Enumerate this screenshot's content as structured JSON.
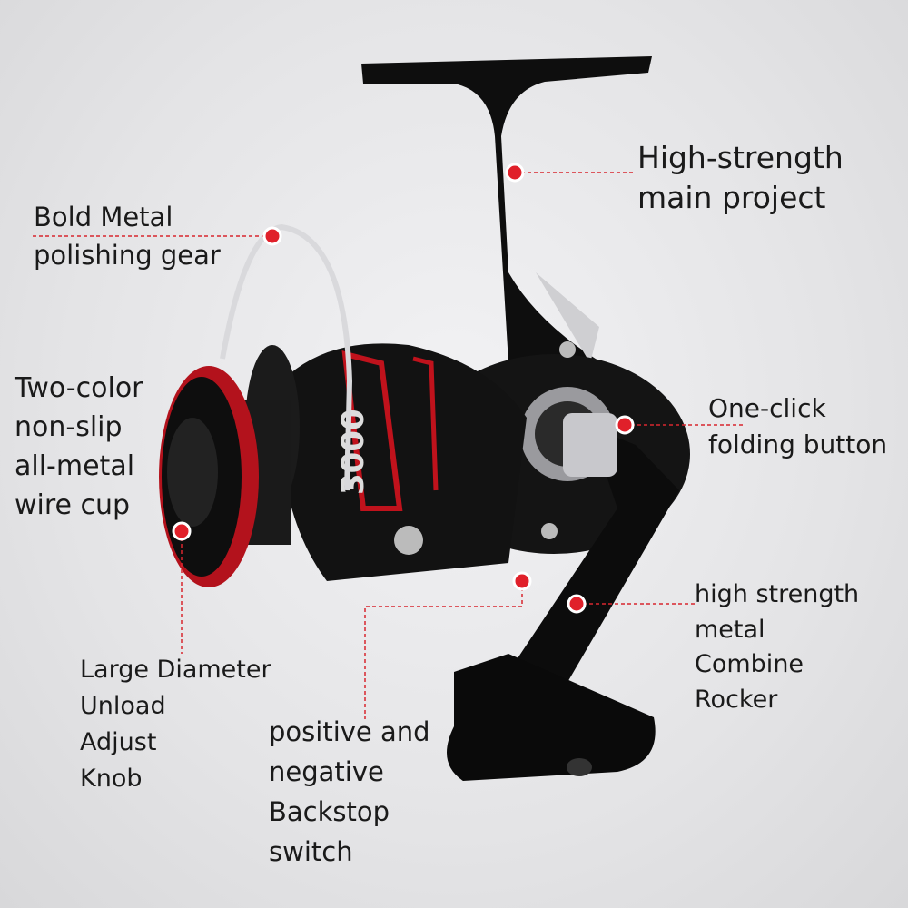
{
  "colors": {
    "accent": "#e0202a",
    "leader": "#d8262e",
    "text": "#1a1a1a",
    "reel": "#111111"
  },
  "reel": {
    "spool_model": "3000"
  },
  "callouts": [
    {
      "id": "main-project",
      "lines": [
        "High-strength",
        "main project"
      ]
    },
    {
      "id": "polishing-gear",
      "lines": [
        "Bold Metal",
        "polishing gear"
      ]
    },
    {
      "id": "wire-cup",
      "lines": [
        "Two-color",
        "non-slip",
        "all-metal",
        "wire cup"
      ]
    },
    {
      "id": "folding-button",
      "lines": [
        "One-click",
        "folding button"
      ]
    },
    {
      "id": "rocker",
      "lines": [
        "high strength",
        "metal",
        "Combine",
        "Rocker"
      ]
    },
    {
      "id": "unload-knob",
      "lines": [
        "Large Diameter",
        "Unload",
        "Adjust",
        "Knob"
      ]
    },
    {
      "id": "backstop-switch",
      "lines": [
        "positive and",
        "negative",
        "Backstop",
        "switch"
      ]
    }
  ]
}
